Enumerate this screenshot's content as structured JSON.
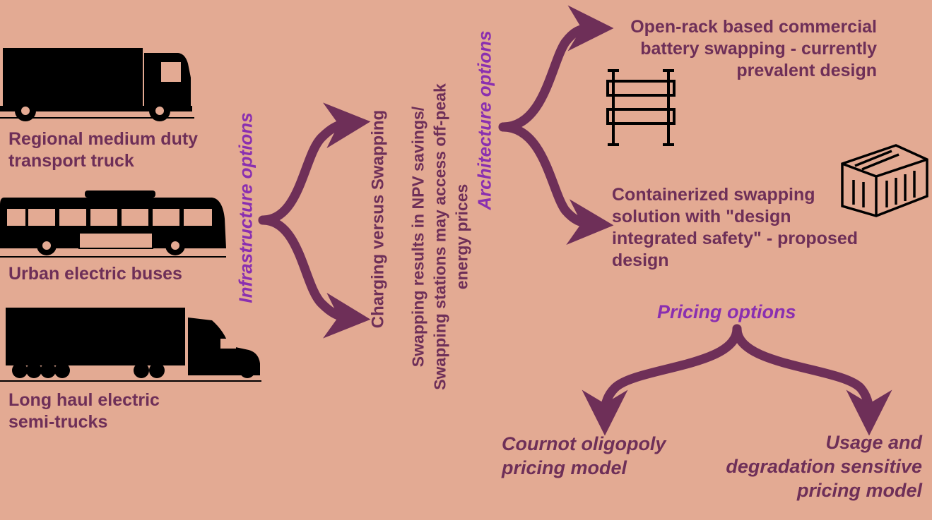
{
  "vehicles": [
    {
      "label_line1": "Regional medium duty",
      "label_line2": "transport truck",
      "icon": "box-truck-icon"
    },
    {
      "label_line1": "Urban electric buses",
      "label_line2": "",
      "icon": "bus-icon"
    },
    {
      "label_line1": "Long haul electric",
      "label_line2": "semi-trucks",
      "icon": "semi-truck-icon"
    }
  ],
  "infrastructure_label": "Infrastructure options",
  "charging_label": "Charging versus Swapping",
  "swapping_result_line1": "Swapping results in NPV savings/",
  "swapping_result_line2": "Swapping stations may access off-peak",
  "swapping_result_line3": "energy prices",
  "architecture_label": "Architecture options",
  "architecture": {
    "open_rack_line1": "Open-rack based commercial",
    "open_rack_line2": "battery swapping - currently",
    "open_rack_line3": "prevalent design",
    "container_line1": "Containerized swapping",
    "container_line2": "solution with \"design",
    "container_line3": "integrated safety\" - proposed",
    "container_line4": "design"
  },
  "pricing_label": "Pricing options",
  "pricing": {
    "cournot_line1": "Cournot oligopoly",
    "cournot_line2": "pricing model",
    "usage_line1": "Usage and",
    "usage_line2": "degradation sensitive",
    "usage_line3": "pricing model"
  },
  "colors": {
    "background": "#e3aa93",
    "text": "#6e2f58",
    "accent": "#8a2fb0",
    "arrow": "#6e2f58",
    "icon": "#000000"
  }
}
